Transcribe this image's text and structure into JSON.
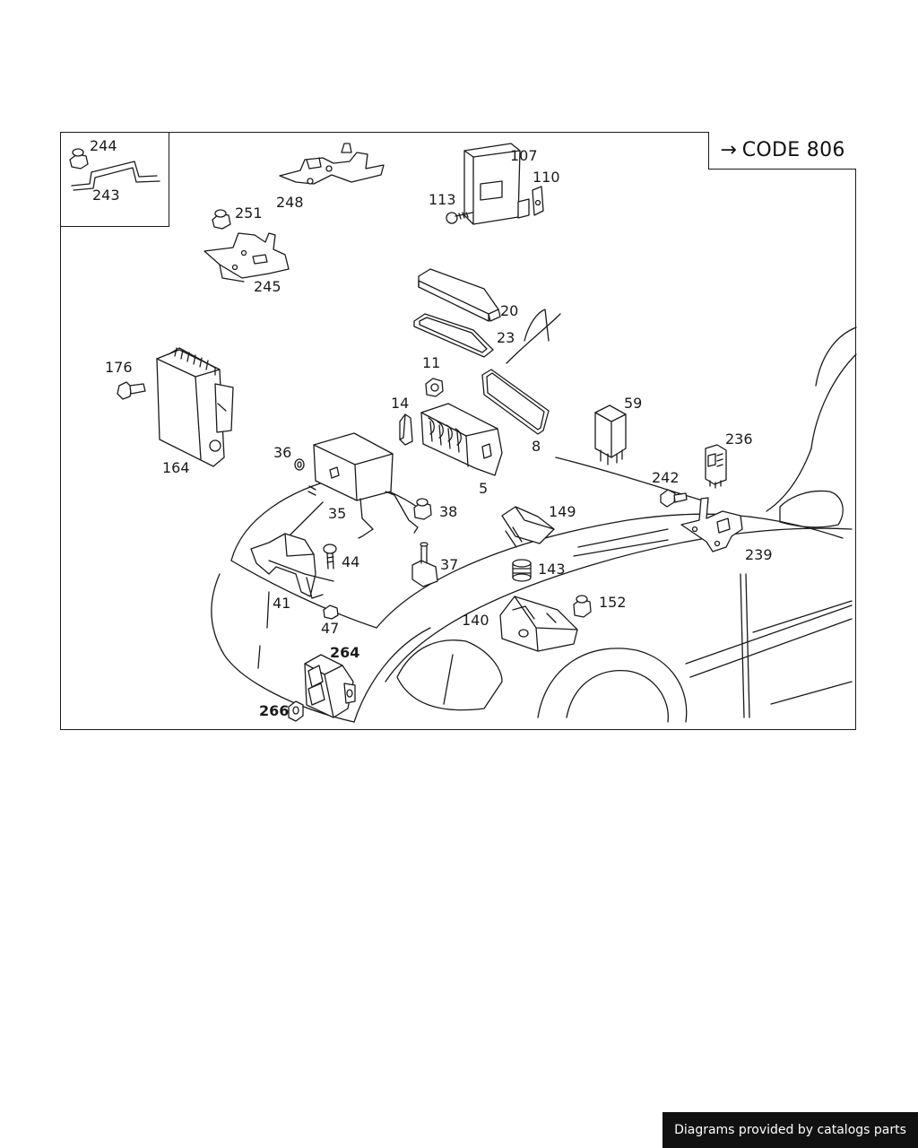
{
  "header": {
    "code_arrow": "→",
    "code_label": "CODE 806"
  },
  "callouts": [
    {
      "id": "244",
      "text": "244",
      "bold": false
    },
    {
      "id": "243",
      "text": "243",
      "bold": false
    },
    {
      "id": "248",
      "text": "248",
      "bold": false
    },
    {
      "id": "107",
      "text": "107",
      "bold": false
    },
    {
      "id": "110",
      "text": "110",
      "bold": false
    },
    {
      "id": "113",
      "text": "113",
      "bold": false
    },
    {
      "id": "251",
      "text": "251",
      "bold": false
    },
    {
      "id": "245",
      "text": "245",
      "bold": false
    },
    {
      "id": "20",
      "text": "20",
      "bold": false
    },
    {
      "id": "23",
      "text": "23",
      "bold": false
    },
    {
      "id": "176",
      "text": "176",
      "bold": false
    },
    {
      "id": "11",
      "text": "11",
      "bold": false
    },
    {
      "id": "14",
      "text": "14",
      "bold": false
    },
    {
      "id": "59",
      "text": "59",
      "bold": false
    },
    {
      "id": "8",
      "text": "8",
      "bold": false
    },
    {
      "id": "236",
      "text": "236",
      "bold": false
    },
    {
      "id": "164",
      "text": "164",
      "bold": false
    },
    {
      "id": "36",
      "text": "36",
      "bold": false
    },
    {
      "id": "5",
      "text": "5",
      "bold": false
    },
    {
      "id": "242",
      "text": "242",
      "bold": false
    },
    {
      "id": "35",
      "text": "35",
      "bold": false
    },
    {
      "id": "38",
      "text": "38",
      "bold": false
    },
    {
      "id": "149",
      "text": "149",
      "bold": false
    },
    {
      "id": "239",
      "text": "239",
      "bold": false
    },
    {
      "id": "44",
      "text": "44",
      "bold": false
    },
    {
      "id": "37",
      "text": "37",
      "bold": false
    },
    {
      "id": "143",
      "text": "143",
      "bold": false
    },
    {
      "id": "41",
      "text": "41",
      "bold": false
    },
    {
      "id": "152",
      "text": "152",
      "bold": false
    },
    {
      "id": "47",
      "text": "47",
      "bold": false
    },
    {
      "id": "140",
      "text": "140",
      "bold": false
    },
    {
      "id": "264",
      "text": "264",
      "bold": true
    },
    {
      "id": "266",
      "text": "266",
      "bold": true
    }
  ],
  "footer": {
    "text": "Diagrams provided by catalogs parts"
  }
}
